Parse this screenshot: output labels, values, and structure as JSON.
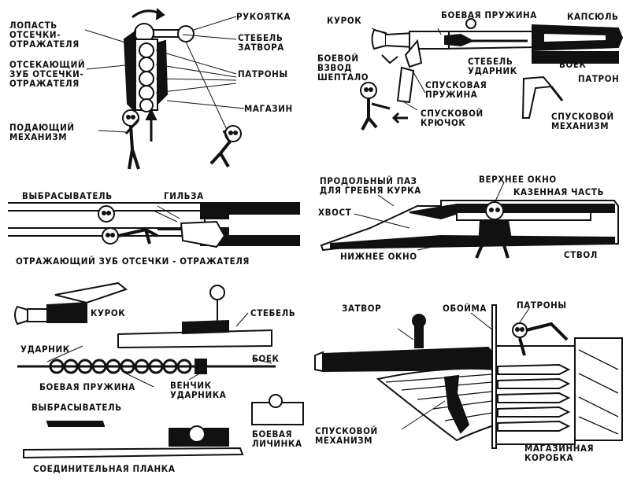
{
  "panels": {
    "magazine": {
      "lopast": "ЛОПАСТЬ\nОТСЕЧКИ-\nОТРАЖАТЕЛЯ",
      "zub": "ОТСЕКАЮЩИЙ\nЗУБ ОТСЕЧКИ-\nОТРАЖАТЕЛЯ",
      "podayushchiy": "ПОДАЮЩИЙ\nМЕХАНИЗМ",
      "rukoyatka": "РУКОЯТКА",
      "stebel": "СТЕБЕЛЬ\nЗАТВОРА",
      "patrony": "ПАТРОНЫ",
      "magazin": "МАГАЗИН"
    },
    "trigger": {
      "kurok": "КУРОК",
      "boevaya_pruzhina": "БОЕВАЯ ПРУЖИНА",
      "kapsyul": "КАПСЮЛЬ",
      "boevoy_vzvod": "БОЕВОЙ\nВЗВОД\nШЕПТАЛО",
      "stebel_udarnik": "СТЕБЕЛЬ\nУДАРНИК",
      "boek": "БОЕК",
      "patron": "ПАТРОН",
      "spuskovaya_pruzhina": "СПУСКОВАЯ\nПРУЖИНА",
      "spuskovoy_kryuchok": "СПУСКОВОЙ\nКРЮЧОК",
      "spuskovoy_mekhanizm": "СПУСКОВОЙ\nМЕХАНИЗМ"
    },
    "extractor": {
      "vybrasyvatel": "ВЫБРАСЫВАТЕЛЬ",
      "gilza": "ГИЛЬЗА",
      "otrazhayushchiy": "ОТРАЖАЮЩИЙ ЗУБ ОТСЕЧКИ - ОТРАЖАТЕЛЯ"
    },
    "receiver": {
      "paz": "ПРОДОЛЬНЫЙ ПАЗ\nДЛЯ ГРЕБНЯ КУРКА",
      "verkhnee": "ВЕРХНЕЕ ОКНО",
      "kazennaya": "КАЗЕННАЯ ЧАСТЬ",
      "khvost": "ХВОСТ",
      "nizhnee": "НИЖНЕЕ ОКНО",
      "stvol": "СТВОЛ"
    },
    "bolt_parts": {
      "kurok": "КУРОК",
      "stebel": "СТЕБЕЛЬ",
      "udarnik": "УДАРНИК",
      "boek": "БОЕК",
      "boevaya_pruzhina": "БОЕВАЯ ПРУЖИНА",
      "venchik": "ВЕНЧИК\nУДАРНИКА",
      "vybrasyvatel": "ВЫБРАСЫВАТЕЛЬ",
      "boevaya_lichinka": "БОЕВАЯ\nЛИЧИНКА",
      "planka": "СОЕДИНИТЕЛЬНАЯ ПЛАНКА"
    },
    "assembly": {
      "zatvor": "ЗАТВОР",
      "oboyma": "ОБОЙМА",
      "patrony": "ПАТРОНЫ",
      "spuskovoy": "СПУСКОВОЙ\nМЕХАНИЗМ",
      "korobka": "МАГАЗИННАЯ\nКОРОБКА"
    }
  }
}
